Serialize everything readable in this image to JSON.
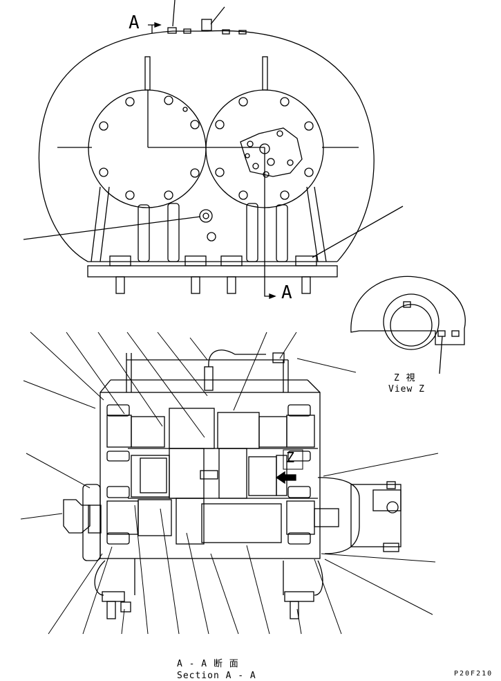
{
  "section_marks": {
    "top": "A",
    "bottom": "A"
  },
  "view_z": {
    "jp": "Z 視",
    "en": "View Z",
    "marker": "Z"
  },
  "section_caption": {
    "jp": "A - A 断 面",
    "en": "Section A - A"
  },
  "drawing_number": "P20F210"
}
